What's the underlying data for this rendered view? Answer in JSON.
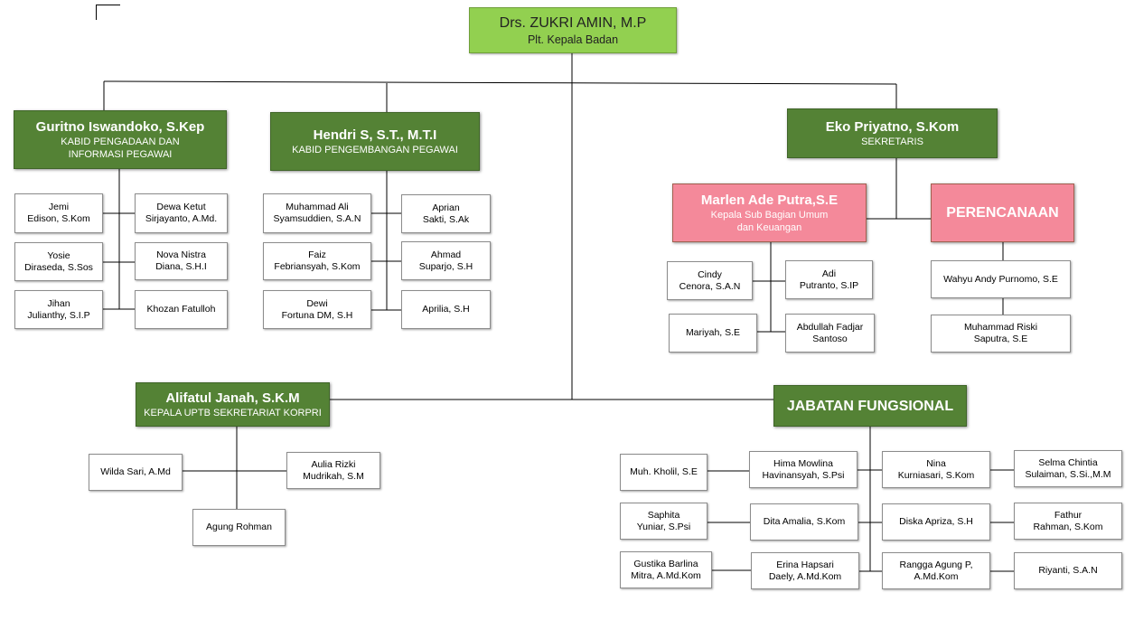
{
  "head": {
    "name": "Drs. ZUKRI AMIN, M.P",
    "role": "Plt. Kepala Badan"
  },
  "kabid_pengadaan": {
    "name": "Guritno Iswandoko, S.Kep",
    "role1": "KABID PENGADAAN DAN",
    "role2": "INFORMASI PEGAWAI",
    "staff": [
      [
        "Jemi",
        "Edison, S.Kom"
      ],
      [
        "Dewa Ketut",
        "Sirjayanto, A.Md."
      ],
      [
        "Yosie",
        "Diraseda, S.Sos"
      ],
      [
        "Nova Nistra",
        "Diana, S.H.I"
      ],
      [
        "Jihan",
        "Julianthy, S.I.P"
      ],
      [
        "Khozan Fatulloh"
      ]
    ]
  },
  "kabid_pengembangan": {
    "name": "Hendri S, S.T., M.T.I",
    "role": "KABID PENGEMBANGAN PEGAWAI",
    "staff": [
      [
        "Muhammad Ali",
        "Syamsuddien, S.A.N"
      ],
      [
        "Aprian",
        "Sakti, S.Ak"
      ],
      [
        "Faiz",
        "Febriansyah, S.Kom"
      ],
      [
        "Ahmad",
        "Suparjo, S.H"
      ],
      [
        "Dewi",
        "Fortuna DM, S.H"
      ],
      [
        "Aprilia, S.H"
      ]
    ]
  },
  "sekretaris": {
    "name": "Eko Priyatno, S.Kom",
    "role": "SEKRETARIS"
  },
  "kasubag": {
    "name": "Marlen Ade Putra,S.E",
    "role1": "Kepala Sub Bagian Umum",
    "role2": "dan Keuangan",
    "staff": [
      [
        "Cindy",
        "Cenora, S.A.N"
      ],
      [
        "Adi",
        "Putranto, S.IP"
      ],
      [
        "Mariyah, S.E"
      ],
      [
        "Abdullah Fadjar",
        "Santoso"
      ]
    ]
  },
  "perencanaan": {
    "title": "PERENCANAAN",
    "staff": [
      [
        "Wahyu Andy Purnomo, S.E"
      ],
      [
        "Muhammad Riski",
        "Saputra, S.E"
      ]
    ]
  },
  "uptb": {
    "name": "Alifatul Janah, S.K.M",
    "role": "KEPALA UPTB SEKRETARIAT KORPRI",
    "staff": [
      [
        "Wilda Sari, A.Md"
      ],
      [
        "Aulia Rizki",
        "Mudrikah, S.M"
      ],
      [
        "Agung Rohman"
      ]
    ]
  },
  "fungsional": {
    "title": "JABATAN FUNGSIONAL",
    "staff": [
      [
        "Muh. Kholil, S.E"
      ],
      [
        "Hima Mowlina",
        "Havinansyah, S.Psi"
      ],
      [
        "Nina",
        "Kurniasari, S.Kom"
      ],
      [
        "Selma Chintia",
        "Sulaiman, S.Si.,M.M"
      ],
      [
        "Saphita",
        "Yuniar, S.Psi"
      ],
      [
        "Dita Amalia, S.Kom"
      ],
      [
        "Diska Apriza, S.H"
      ],
      [
        "Fathur",
        "Rahman, S.Kom"
      ],
      [
        "Gustika Barlina",
        "Mitra, A.Md.Kom"
      ],
      [
        "Erina Hapsari",
        "Daely, A.Md.Kom"
      ],
      [
        "Rangga Agung P,",
        "A.Md.Kom"
      ],
      [
        "Riyanti, S.A.N"
      ]
    ]
  }
}
